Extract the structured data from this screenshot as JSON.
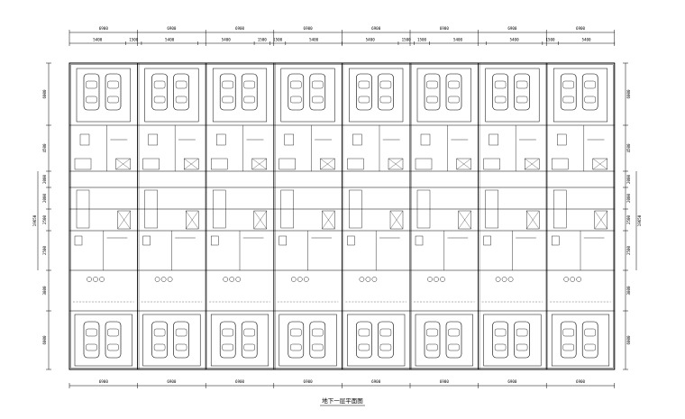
{
  "title": "地下一层平面图",
  "dims": {
    "top_outer": [
      "6900",
      "6900",
      "6900",
      "6900",
      "6900",
      "6900",
      "6900",
      "6900"
    ],
    "top_inner": [
      "5400",
      "1500",
      "5400",
      "5400",
      "1500",
      "1500",
      "5400",
      "5400",
      "1500",
      "1500",
      "5400",
      "5400",
      "1500",
      "5400"
    ],
    "bottom": [
      "6900",
      "6900",
      "6900",
      "6900",
      "6900",
      "6900",
      "6900",
      "6900"
    ],
    "left": [
      "6000",
      "4500",
      "2000",
      "2000",
      "2500",
      "2500",
      "3800",
      "6000"
    ],
    "left_total": "19650",
    "right": [
      "6000",
      "4500",
      "2000",
      "2000",
      "2500",
      "2500",
      "3800",
      "6000"
    ],
    "right_total": "19650"
  },
  "colors": {
    "line": "#000000",
    "background": "#ffffff"
  }
}
